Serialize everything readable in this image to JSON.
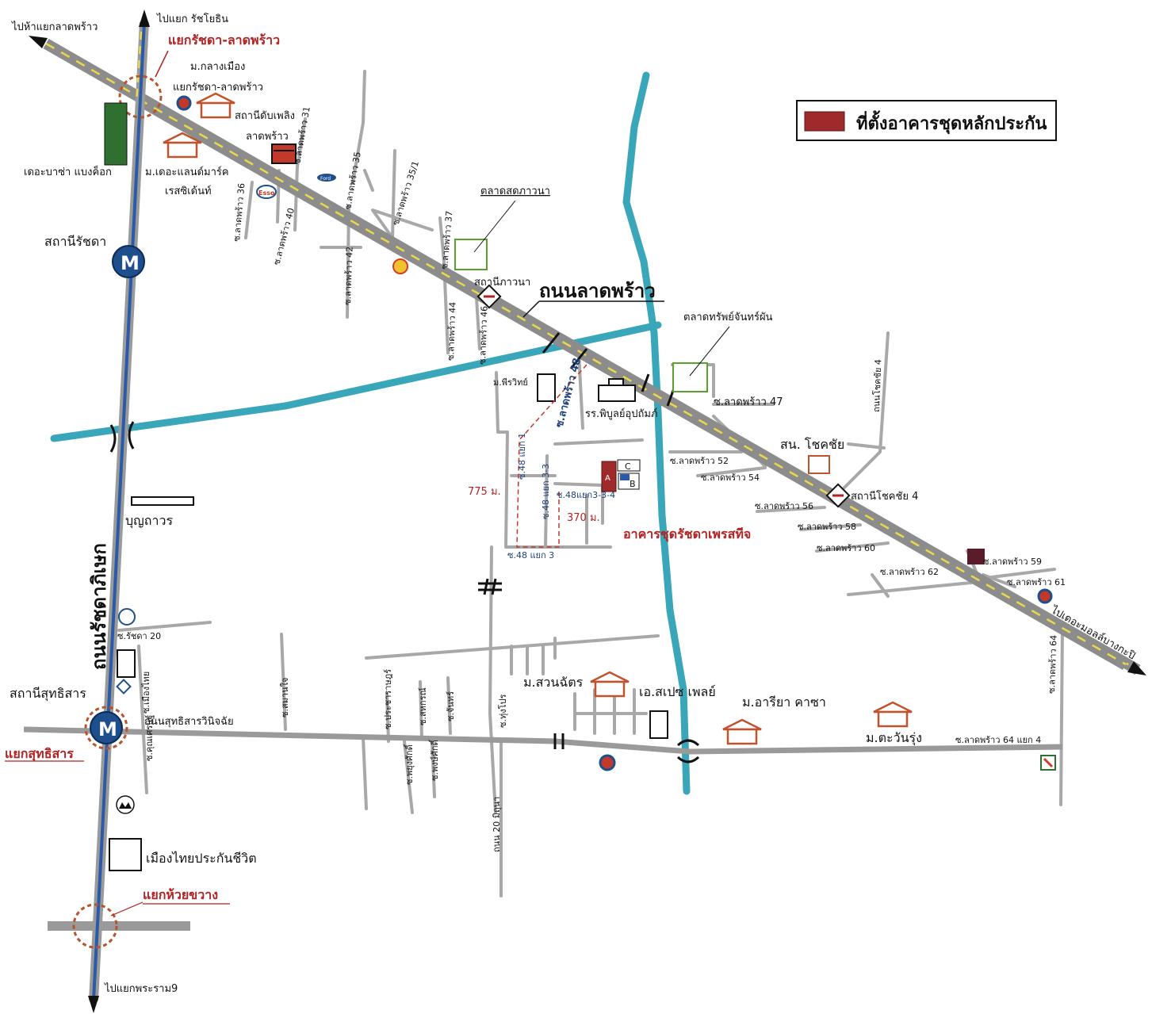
{
  "legend": {
    "label": "ที่ตั้งอาคารชุดหลักประกัน",
    "swatch_color": "#9e2a2b"
  },
  "colors": {
    "road_main": "#9a9a9a",
    "road_center": "#e8d84a",
    "road_blue": "#2a5aa8",
    "canal": "#3aa6b9",
    "road_minor": "#a8a8a8",
    "red": "#b22222"
  },
  "destinations": {
    "top_left": "ไปห้าแยกลาดพร้าว",
    "top": "ไปแยก รัชโยธิน",
    "bottom": "ไปแยกพระราม9",
    "bottom_right": "ไปเดอะมอลล์บางกะปิ"
  },
  "junctions": {
    "ratchada_ladprao": "แยกรัชดา-ลาดพร้าว",
    "sutthisan": "แยกสุทธิสาร",
    "huai_khwang": "แยกห้วยขวาง"
  },
  "roads": {
    "ladprao": "ถนนลาดพร้าว",
    "ratchadaphisek": "ถนนรัชดาภิเษก",
    "sutthisan_winitchai": "ถนนสุทธิสารวินิจฉัย"
  },
  "stations": {
    "ratchada": "สถานีรัชดา",
    "sutthisan": "สถานีสุทธิสาร",
    "metro_symbol": "M",
    "phawana": "สถานีภาวนา",
    "chokchai4": "สถานีโชคชัย 4"
  },
  "places": {
    "klang_mueang_1": "ม.กลางเมือง",
    "klang_mueang_2": "แยกรัชดา-ลาดพร้าว",
    "fire_station_1": "สถานีดับเพลิง",
    "fire_station_2": "ลาดพร้าว",
    "the_bazaar": "เดอะบาซ่า แบงค็อก",
    "landmark_1": "ม.เดอะแลนด์มาร์ค",
    "landmark_2": "เรสซิเด้นท์",
    "market_phawana": "ตลาดสดภาวนา",
    "market_sap": "ตลาดทรัพย์จันทร์ผัน",
    "pheerawit": "ม.พีรวิทย์",
    "school": "รร.พิบูลย์อุปถัมภ์",
    "police": "สน. โชคชัย",
    "boonthavorn": "บุญถาวร",
    "condo": "อาคารชุดรัชดาเพรสทีจ",
    "suan_chat": "ม.สวนฉัตร",
    "space_place": "เอ.สเปซ เพลย์",
    "ariya": "ม.อารียา คาซา",
    "tawan_rung": "ม.ตะวันรุ่ง",
    "mueang_thai": "เมืองไทยประกันชีวิต"
  },
  "distances": {
    "d775": "775 ม.",
    "d370": "370 ม."
  },
  "building_labels": {
    "a": "A",
    "b": "B",
    "c": "C"
  },
  "brands": {
    "esso": "Esso",
    "ford": "Ford"
  },
  "sois": {
    "s31": "ซ.ลาดพร้าว 31",
    "s35": "ซ.ลาดพร้าว 35",
    "s35_1": "ซ.ลาดพร้าว 35/1",
    "s36": "ซ.ลาดพร้าว 36",
    "s37": "ซ.ลาดพร้าว 37",
    "s40": "ซ.ลาดพร้าว 40",
    "s42": "ซ.ลาดพร้าว 42",
    "s44": "ซ.ลาดพร้าว 44",
    "s46": "ซ.ลาดพร้าว 46",
    "s47": "ซ.ลาดพร้าว 47",
    "s48": "ซ.ลาดพร้าว 48",
    "s52": "ซ.ลาดพร้าว 52",
    "s54": "ซ.ลาดพร้าว 54",
    "s56": "ซ.ลาดพร้าว 56",
    "s58": "ซ.ลาดพร้าว 58",
    "s59": "ซ.ลาดพร้าว 59",
    "s60": "ซ.ลาดพร้าว 60",
    "s61": "ซ.ลาดพร้าว 61",
    "s62": "ซ.ลาดพร้าว 62",
    "s64": "ซ.ลาดพร้าว 64",
    "s64_4": "ซ.ลาดพร้าว 64 แยก 4",
    "chokchai4": "ถนนโชคชัย 4",
    "s48_3": "ซ.48 แยก 3",
    "s48_3_4": "ซ.48แยก3-3-4",
    "s48_3_3": "ซ.48 แยก 3-3",
    "s48_1": "ซ.48 แยก 1",
    "rat20": "ซ.รัชดา 20",
    "thanon20": "ถนน 20 มิถุนา",
    "s_small1": "ซ.สมานใจ",
    "s_small2": "ซ.ประชาราษฎร์",
    "s_small3": "ซ.พยุงศักดิ์",
    "s_small4": "ซ.สหกรณ์",
    "s_small5": "ซ.พงษ์ศักดิ์",
    "s_small6": "ซ.จันทร์",
    "s_small7": "ซ.ทุ่งโปร",
    "s_small8": "ซ.เมืองไทย",
    "s_small9": "ซ.คุณเศรษฐ์"
  }
}
